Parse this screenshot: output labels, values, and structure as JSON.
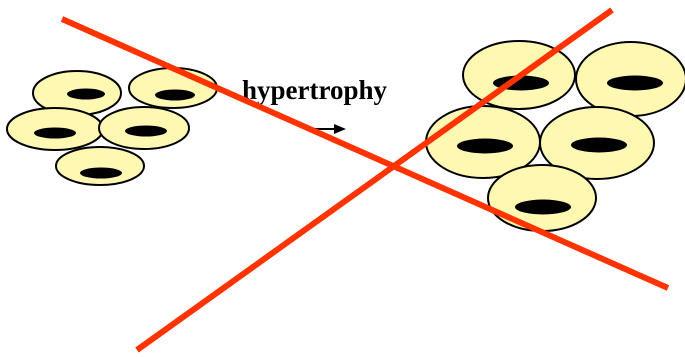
{
  "diagram": {
    "label": "hypertrophy",
    "colors": {
      "cell_fill": "#FFF8B3",
      "cell_stroke": "#000000",
      "nucleus": "#000000",
      "cross": "#FF3300",
      "arrow": "#000000"
    },
    "groups": [
      {
        "name": "small-cells",
        "cell_count": 5
      },
      {
        "name": "large-cells",
        "cell_count": 5
      }
    ]
  }
}
